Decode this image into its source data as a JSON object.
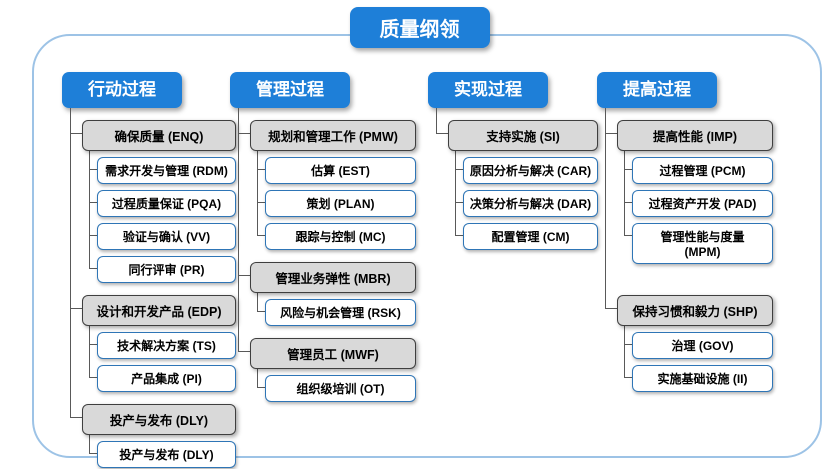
{
  "title": "质量纲领",
  "colors": {
    "header_blue": "#1e7fd8",
    "outer_border": "#9dc3e6",
    "group_fill": "#d9d9d9",
    "group_border": "#3f3f3f",
    "item_border": "#2e75b6",
    "connector": "#595959"
  },
  "columns": [
    {
      "label": "行动过程",
      "groups": [
        {
          "label": "确保质量 (ENQ)",
          "items": [
            "需求开发与管理 (RDM)",
            "过程质量保证 (PQA)",
            "验证与确认 (VV)",
            "同行评审 (PR)"
          ]
        },
        {
          "label": "设计和开发产品 (EDP)",
          "items": [
            "技术解决方案 (TS)",
            "产品集成 (PI)"
          ]
        },
        {
          "label": "投产与发布 (DLY)",
          "items": [
            "投产与发布 (DLY)"
          ]
        }
      ]
    },
    {
      "label": "管理过程",
      "groups": [
        {
          "label": "规划和管理工作 (PMW)",
          "items": [
            "估算 (EST)",
            "策划 (PLAN)",
            "跟踪与控制 (MC)"
          ]
        },
        {
          "label": "管理业务弹性 (MBR)",
          "items": [
            "风险与机会管理 (RSK)"
          ]
        },
        {
          "label": "管理员工 (MWF)",
          "items": [
            "组织级培训 (OT)"
          ]
        }
      ]
    },
    {
      "label": "实现过程",
      "groups": [
        {
          "label": "支持实施 (SI)",
          "items": [
            "原因分析与解决 (CAR)",
            "决策分析与解决 (DAR)",
            "配置管理 (CM)"
          ]
        }
      ]
    },
    {
      "label": "提高过程",
      "groups": [
        {
          "label": "提高性能 (IMP)",
          "items": [
            "过程管理 (PCM)",
            "过程资产开发 (PAD)",
            "管理性能与度量\n(MPM)"
          ]
        },
        {
          "label": "保持习惯和毅力 (SHP)",
          "items": [
            "治理 (GOV)",
            "实施基础设施 (II)"
          ]
        }
      ]
    }
  ]
}
